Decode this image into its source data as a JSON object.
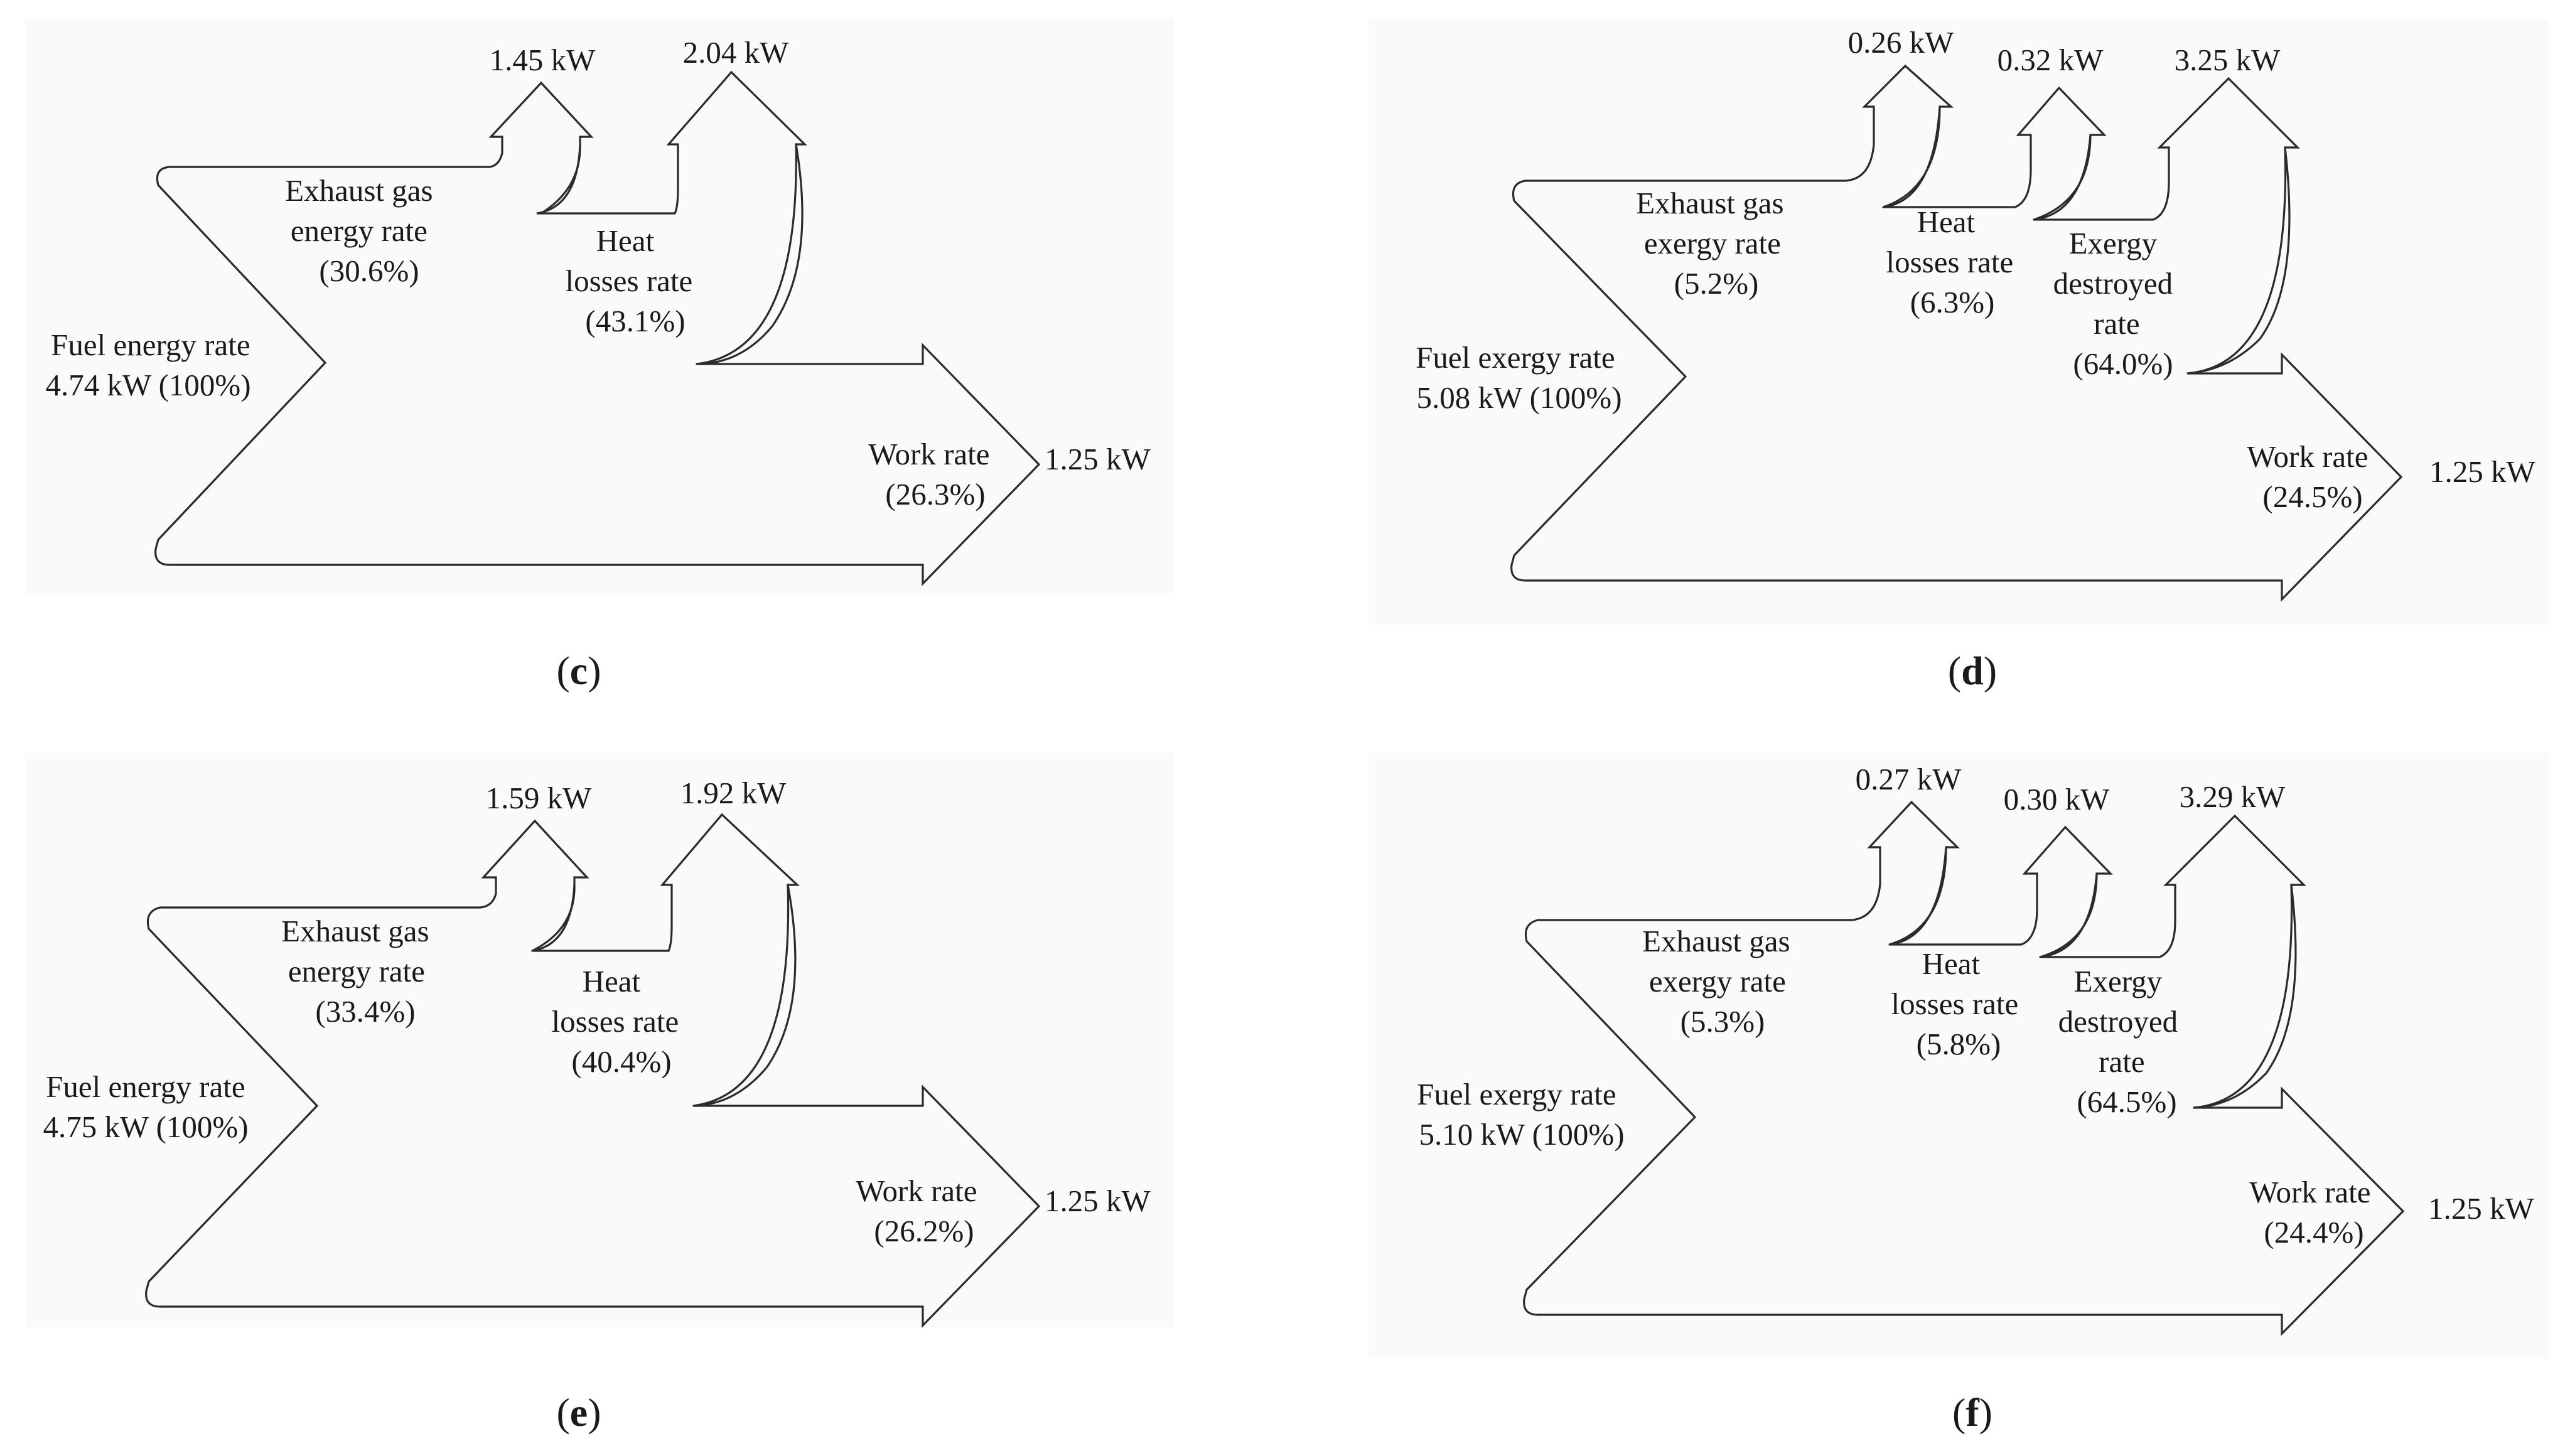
{
  "panels": {
    "c": {
      "caption": "c",
      "fuel": [
        "Fuel energy rate",
        "4.74 kW (100%)"
      ],
      "exhaust": [
        "Exhaust gas",
        "energy rate",
        "(30.6%)"
      ],
      "exhaust_kw": "1.45 kW",
      "heat": [
        "Heat",
        "losses rate",
        "(43.1%)"
      ],
      "heat_kw": "2.04 kW",
      "work": [
        "Work rate",
        "(26.3%)"
      ],
      "work_kw": "1.25 kW"
    },
    "d": {
      "caption": "d",
      "fuel": [
        "Fuel exergy rate",
        "5.08 kW (100%)"
      ],
      "exhaust": [
        "Exhaust gas",
        "exergy rate",
        "(5.2%)"
      ],
      "exhaust_kw": "0.26 kW",
      "heat": [
        "Heat",
        "losses rate",
        "(6.3%)"
      ],
      "heat_kw": "0.32 kW",
      "destroyed": [
        "Exergy",
        "destroyed",
        "rate",
        "(64.0%)"
      ],
      "destroyed_kw": "3.25 kW",
      "work": [
        "Work rate",
        "(24.5%)"
      ],
      "work_kw": "1.25 kW"
    },
    "e": {
      "caption": "e",
      "fuel": [
        "Fuel energy rate",
        "4.75 kW (100%)"
      ],
      "exhaust": [
        "Exhaust gas",
        "energy rate",
        "(33.4%)"
      ],
      "exhaust_kw": "1.59 kW",
      "heat": [
        "Heat",
        "losses rate",
        "(40.4%)"
      ],
      "heat_kw": "1.92 kW",
      "work": [
        "Work rate",
        "(26.2%)"
      ],
      "work_kw": "1.25 kW"
    },
    "f": {
      "caption": "f",
      "fuel": [
        "Fuel exergy rate",
        "5.10 kW (100%)"
      ],
      "exhaust": [
        "Exhaust gas",
        "exergy rate",
        "(5.3%)"
      ],
      "exhaust_kw": "0.27 kW",
      "heat": [
        "Heat",
        "losses rate",
        "(5.8%)"
      ],
      "heat_kw": "0.30 kW",
      "destroyed": [
        "Exergy",
        "destroyed",
        "rate",
        "(64.5%)"
      ],
      "destroyed_kw": "3.29 kW",
      "work": [
        "Work rate",
        "(24.4%)"
      ],
      "work_kw": "1.25 kW"
    }
  }
}
